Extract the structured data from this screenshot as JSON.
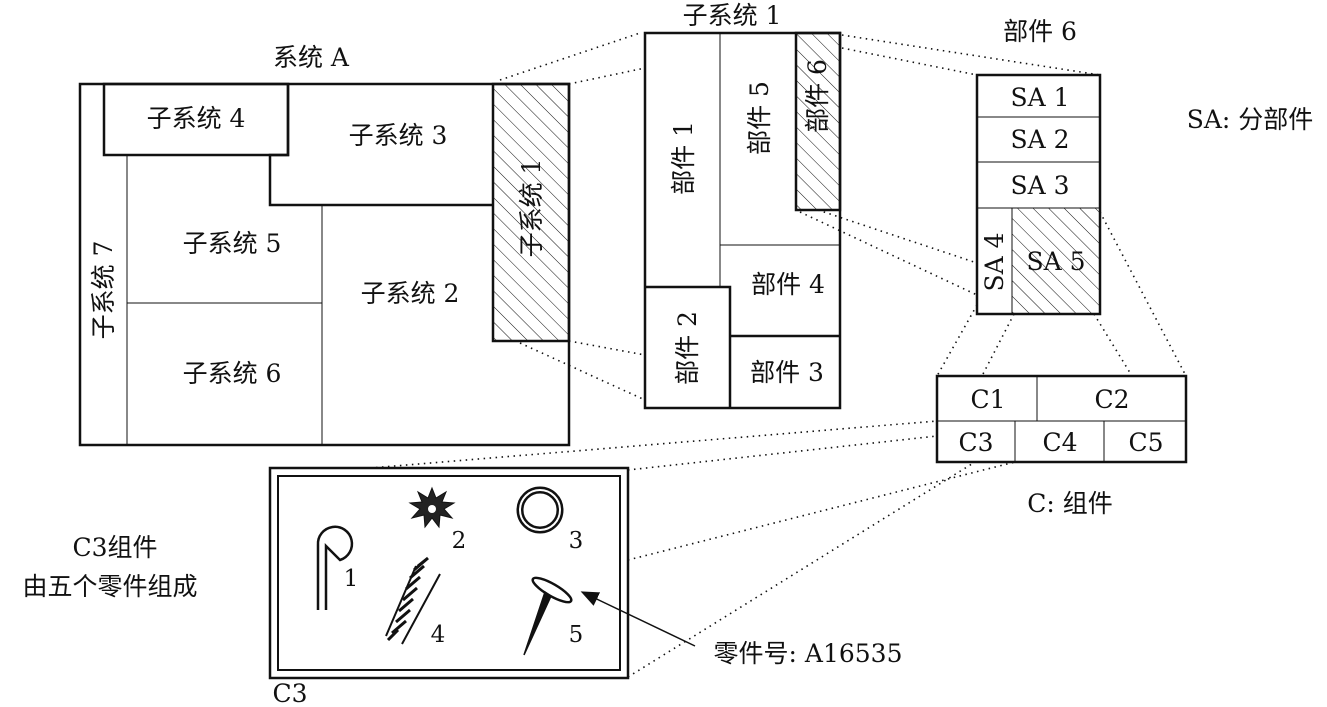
{
  "system_a": {
    "title": "系统 A",
    "subsystems": {
      "s1": "子系统 1",
      "s2": "子系统 2",
      "s3": "子系统 3",
      "s4": "子系统 4",
      "s5": "子系统 5",
      "s6": "子系统 6",
      "s7": "子系统 7"
    }
  },
  "subsystem1": {
    "title": "子系统 1",
    "parts": {
      "p1": "部件 1",
      "p2": "部件 2",
      "p3": "部件 3",
      "p4": "部件 4",
      "p5": "部件 5",
      "p6": "部件 6"
    }
  },
  "part6": {
    "title": "部件 6",
    "subparts": [
      "SA 1",
      "SA 2",
      "SA 3",
      "SA 4",
      "SA 5"
    ],
    "legend": "SA: 分部件"
  },
  "components": {
    "cells": [
      "C1",
      "C2",
      "C3",
      "C4",
      "C5"
    ],
    "legend": "C: 组件"
  },
  "c3": {
    "label": "C3",
    "caption_line1": "C3组件",
    "caption_line2": "由五个零件组成",
    "part_numbers": [
      "1",
      "2",
      "3",
      "4",
      "5"
    ],
    "part_callout": "零件号: A16535",
    "part_icons": [
      "pin-icon",
      "starburst-icon",
      "ring-icon",
      "spring-icon",
      "nail-icon"
    ]
  }
}
